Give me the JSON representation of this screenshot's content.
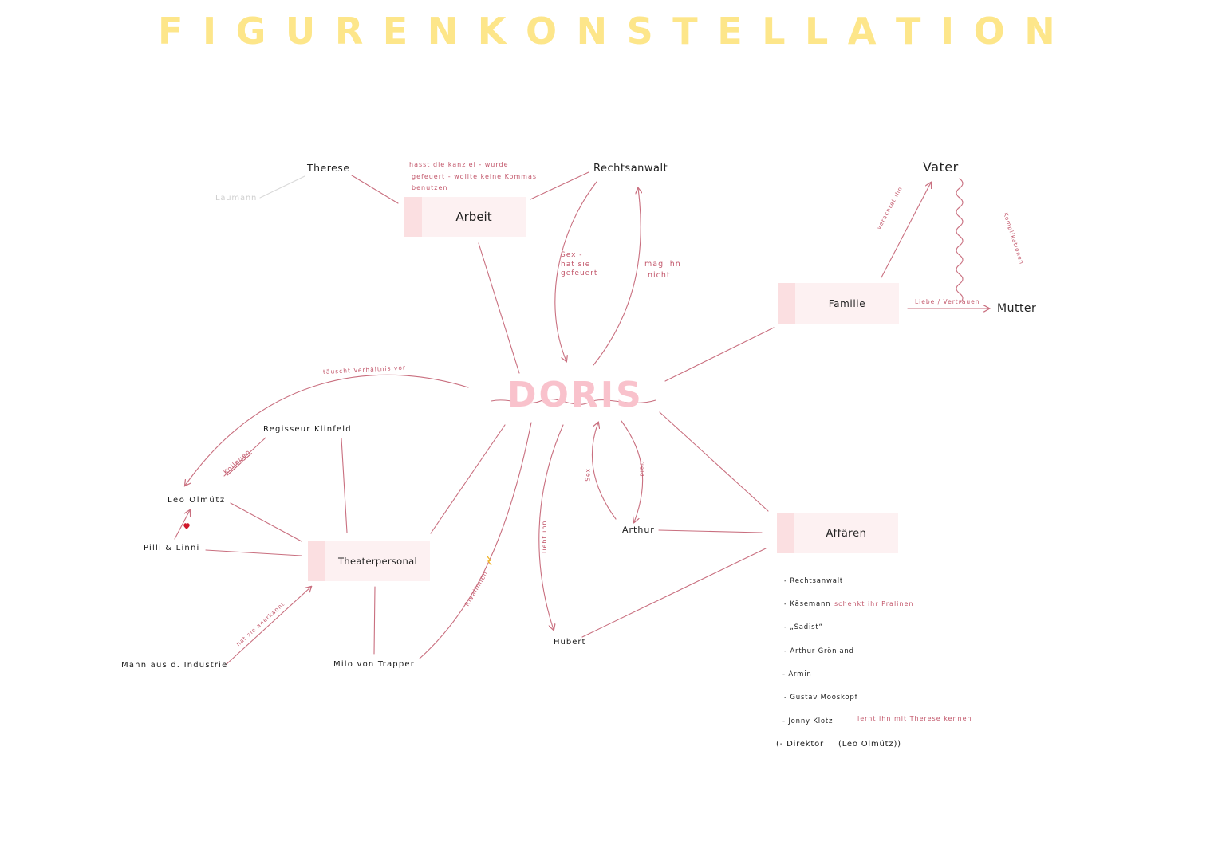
{
  "title": "FIGURENKONSTELLATION",
  "center": "DORIS",
  "boxes": {
    "arbeit": "Arbeit",
    "familie": "Familie",
    "affaeren": "Affären",
    "theaterpersonal": "Theaterpersonal"
  },
  "persons": {
    "therese": "Therese",
    "laumann": "Laumann",
    "rechtsanwalt": "Rechtsanwalt",
    "vater": "Vater",
    "mutter": "Mutter",
    "regisseur": "Regisseur Klinfeld",
    "leo": "Leo Olmütz",
    "pilli": "Pilli & Linni",
    "mann_industrie": "Mann aus d. Industrie",
    "milo": "Milo von Trapper",
    "hubert": "Hubert",
    "arthur": "Arthur"
  },
  "notes": {
    "arbeit_line1": "hasst die kanzlei - wurde",
    "arbeit_line2": "gefeuert - wollte keine Kommas",
    "arbeit_line3": "benutzen",
    "sex_line1": "Sex -",
    "sex_line2": "hat sie",
    "sex_line3": "gefeuert",
    "mag_line1": "mag ihn",
    "mag_line2": "nicht",
    "verachtet": "verachtet ihn",
    "komplikationen": "Komplikationen",
    "liebe": "Liebe / Vertrauen",
    "taeuscht": "täuscht Verhältnis vor",
    "kollegen": "Kollegen",
    "hat_sie": "hat sie anerkannt",
    "rivalinnen": "Rivalinnen",
    "liebt_ihn": "liebt ihn",
    "sex": "Sex",
    "geld": "Geld"
  },
  "affaeren_list": [
    {
      "name": "- Rechtsanwalt",
      "note": ""
    },
    {
      "name": "- Käsemann",
      "note": "schenkt ihr Pralinen"
    },
    {
      "name": "- „Sadist“",
      "note": ""
    },
    {
      "name": "- Arthur Grönland",
      "note": ""
    },
    {
      "name": "- Armin",
      "note": ""
    },
    {
      "name": "- Gustav Mooskopf",
      "note": ""
    },
    {
      "name": "- Jonny Klotz",
      "note": "lernt ihn mit Therese kennen"
    },
    {
      "name": "(- Direktor",
      "note": "(Leo Olmütz))"
    }
  ],
  "colors": {
    "title": "#fde68a",
    "line": "#c96f7f",
    "note": "#c2566a",
    "box_fill": "#fdf1f2",
    "box_tab": "#fbdfe1",
    "doris": "#f9c2cc",
    "heart": "#d0182b",
    "spark": "#f0b429"
  }
}
